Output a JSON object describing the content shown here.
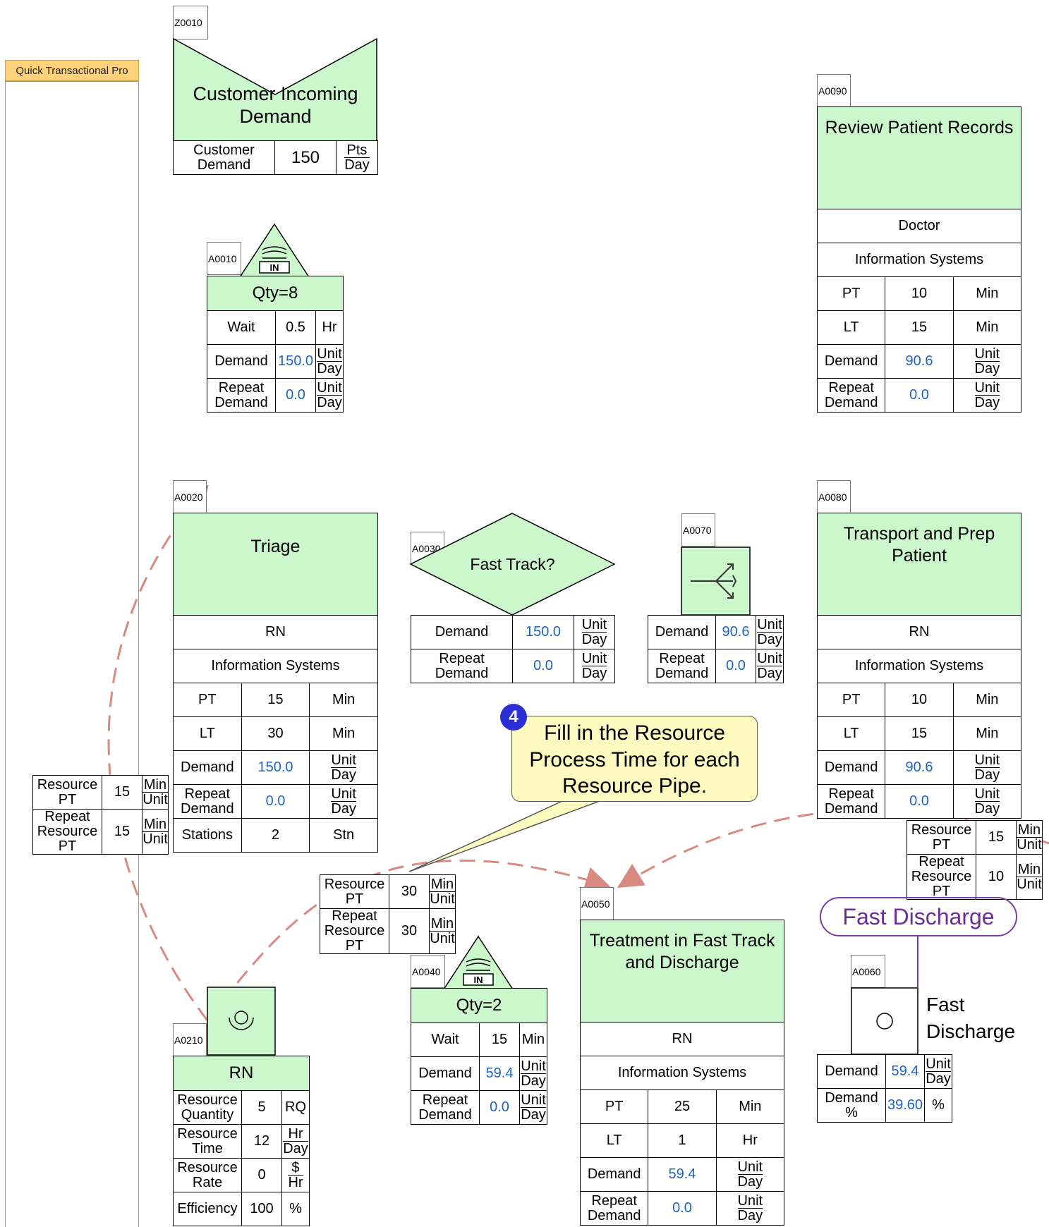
{
  "sidebar": {
    "tab_label": "Quick Transactional Pro"
  },
  "customer_demand": {
    "id": "Z0010",
    "title": "Customer Incoming Demand",
    "label": "Customer Demand",
    "value": "150",
    "unit_num": "Pts",
    "unit_den": "Day"
  },
  "inventory_a0010": {
    "id": "A0010",
    "in_label": "IN",
    "qty": "Qty=8",
    "rows": {
      "wait_label": "Wait",
      "wait_value": "0.5",
      "wait_unit": "Hr",
      "demand_label": "Demand",
      "demand_value": "150.0",
      "demand_unit_num": "Unit",
      "demand_unit_den": "Day",
      "repeat_label": "Repeat Demand",
      "repeat_value": "0.0",
      "repeat_unit_num": "Unit",
      "repeat_unit_den": "Day"
    }
  },
  "review_patient": {
    "id": "A0090",
    "title": "Review Patient Records",
    "resource": "Doctor",
    "system": "Information Systems",
    "pt_label": "PT",
    "pt_value": "10",
    "pt_unit": "Min",
    "lt_label": "LT",
    "lt_value": "15",
    "lt_unit": "Min",
    "demand_label": "Demand",
    "demand_value": "90.6",
    "demand_unit_num": "Unit",
    "demand_unit_den": "Day",
    "repeat_label": "Repeat Demand",
    "repeat_value": "0.0",
    "repeat_unit_num": "Unit",
    "repeat_unit_den": "Day"
  },
  "triage": {
    "id": "A0020",
    "title": "Triage",
    "resource": "RN",
    "system": "Information Systems",
    "pt_label": "PT",
    "pt_value": "15",
    "pt_unit": "Min",
    "lt_label": "LT",
    "lt_value": "30",
    "lt_unit": "Min",
    "demand_label": "Demand",
    "demand_value": "150.0",
    "demand_unit_num": "Unit",
    "demand_unit_den": "Day",
    "repeat_label": "Repeat Demand",
    "repeat_value": "0.0",
    "repeat_unit_num": "Unit",
    "repeat_unit_den": "Day",
    "stations_label": "Stations",
    "stations_value": "2",
    "stations_unit": "Stn"
  },
  "fast_track": {
    "id": "A0030",
    "title": "Fast Track?",
    "demand_label": "Demand",
    "demand_value": "150.0",
    "demand_unit_num": "Unit",
    "demand_unit_den": "Day",
    "repeat_label": "Repeat Demand",
    "repeat_value": "0.0",
    "repeat_unit_num": "Unit",
    "repeat_unit_den": "Day"
  },
  "split_a0070": {
    "id": "A0070",
    "demand_label": "Demand",
    "demand_value": "90.6",
    "demand_unit_num": "Unit",
    "demand_unit_den": "Day",
    "repeat_label": "Repeat Demand",
    "repeat_value": "0.0",
    "repeat_unit_num": "Unit",
    "repeat_unit_den": "Day"
  },
  "transport": {
    "id": "A0080",
    "title": "Transport and Prep Patient",
    "resource": "RN",
    "system": "Information Systems",
    "pt_label": "PT",
    "pt_value": "10",
    "pt_unit": "Min",
    "lt_label": "LT",
    "lt_value": "15",
    "lt_unit": "Min",
    "demand_label": "Demand",
    "demand_value": "90.6",
    "demand_unit_num": "Unit",
    "demand_unit_den": "Day",
    "repeat_label": "Repeat Demand",
    "repeat_value": "0.0",
    "repeat_unit_num": "Unit",
    "repeat_unit_den": "Day"
  },
  "pipe_left": {
    "res_label": "Resource PT",
    "res_value": "15",
    "res_unit_num": "Min",
    "res_unit_den": "Unit",
    "rep_label": "Repeat Resource PT",
    "rep_value": "15",
    "rep_unit_num": "Min",
    "rep_unit_den": "Unit"
  },
  "pipe_middle": {
    "res_label": "Resource PT",
    "res_value": "30",
    "res_unit_num": "Min",
    "res_unit_den": "Unit",
    "rep_label": "Repeat Resource PT",
    "rep_value": "30",
    "rep_unit_num": "Min",
    "rep_unit_den": "Unit"
  },
  "pipe_right": {
    "res_label": "Resource PT",
    "res_value": "15",
    "res_unit_num": "Min",
    "res_unit_den": "Unit",
    "rep_label": "Repeat Resource PT",
    "rep_value": "10",
    "rep_unit_num": "Min",
    "rep_unit_den": "Unit"
  },
  "callout": {
    "step_number": "4",
    "text": "Fill in the Resource Process Time for each Resource Pipe."
  },
  "inventory_a0040": {
    "id": "A0040",
    "in_label": "IN",
    "qty": "Qty=2",
    "rows": {
      "wait_label": "Wait",
      "wait_value": "15",
      "wait_unit": "Min",
      "demand_label": "Demand",
      "demand_value": "59.4",
      "demand_unit_num": "Unit",
      "demand_unit_den": "Day",
      "repeat_label": "Repeat Demand",
      "repeat_value": "0.0",
      "repeat_unit_num": "Unit",
      "repeat_unit_den": "Day"
    }
  },
  "treatment": {
    "id": "A0050",
    "title": "Treatment in Fast Track and Discharge",
    "resource": "RN",
    "system": "Information Systems",
    "pt_label": "PT",
    "pt_value": "25",
    "pt_unit": "Min",
    "lt_label": "LT",
    "lt_value": "1",
    "lt_unit": "Hr",
    "demand_label": "Demand",
    "demand_value": "59.4",
    "demand_unit_num": "Unit",
    "demand_unit_den": "Day",
    "repeat_label": "Repeat Demand",
    "repeat_value": "0.0",
    "repeat_unit_num": "Unit",
    "repeat_unit_den": "Day"
  },
  "discharge": {
    "id": "A0060",
    "pill_label": "Fast Discharge",
    "name": "Fast Discharge",
    "demand_label": "Demand",
    "demand_value": "59.4",
    "demand_unit_num": "Unit",
    "demand_unit_den": "Day",
    "pct_label": "Demand %",
    "pct_value": "39.60",
    "pct_unit": "%"
  },
  "resource_rn": {
    "id": "A0210",
    "title": "RN",
    "qty_label": "Resource Quantity",
    "qty_value": "5",
    "qty_unit": "RQ",
    "time_label": "Resource Time",
    "time_value": "12",
    "time_unit_num": "Hr",
    "time_unit_den": "Day",
    "rate_label": "Resource Rate",
    "rate_value": "0",
    "rate_unit_num": "$",
    "rate_unit_den": "Hr",
    "eff_label": "Efficiency",
    "eff_value": "100",
    "eff_unit": "%"
  },
  "colors": {
    "process_fill": "#ccf7cc",
    "value_blue": "#1a64c8",
    "link_dashed": "#d98a80",
    "callout_fill": "#fdfbbf",
    "discharge_purple": "#7a3fa0"
  }
}
